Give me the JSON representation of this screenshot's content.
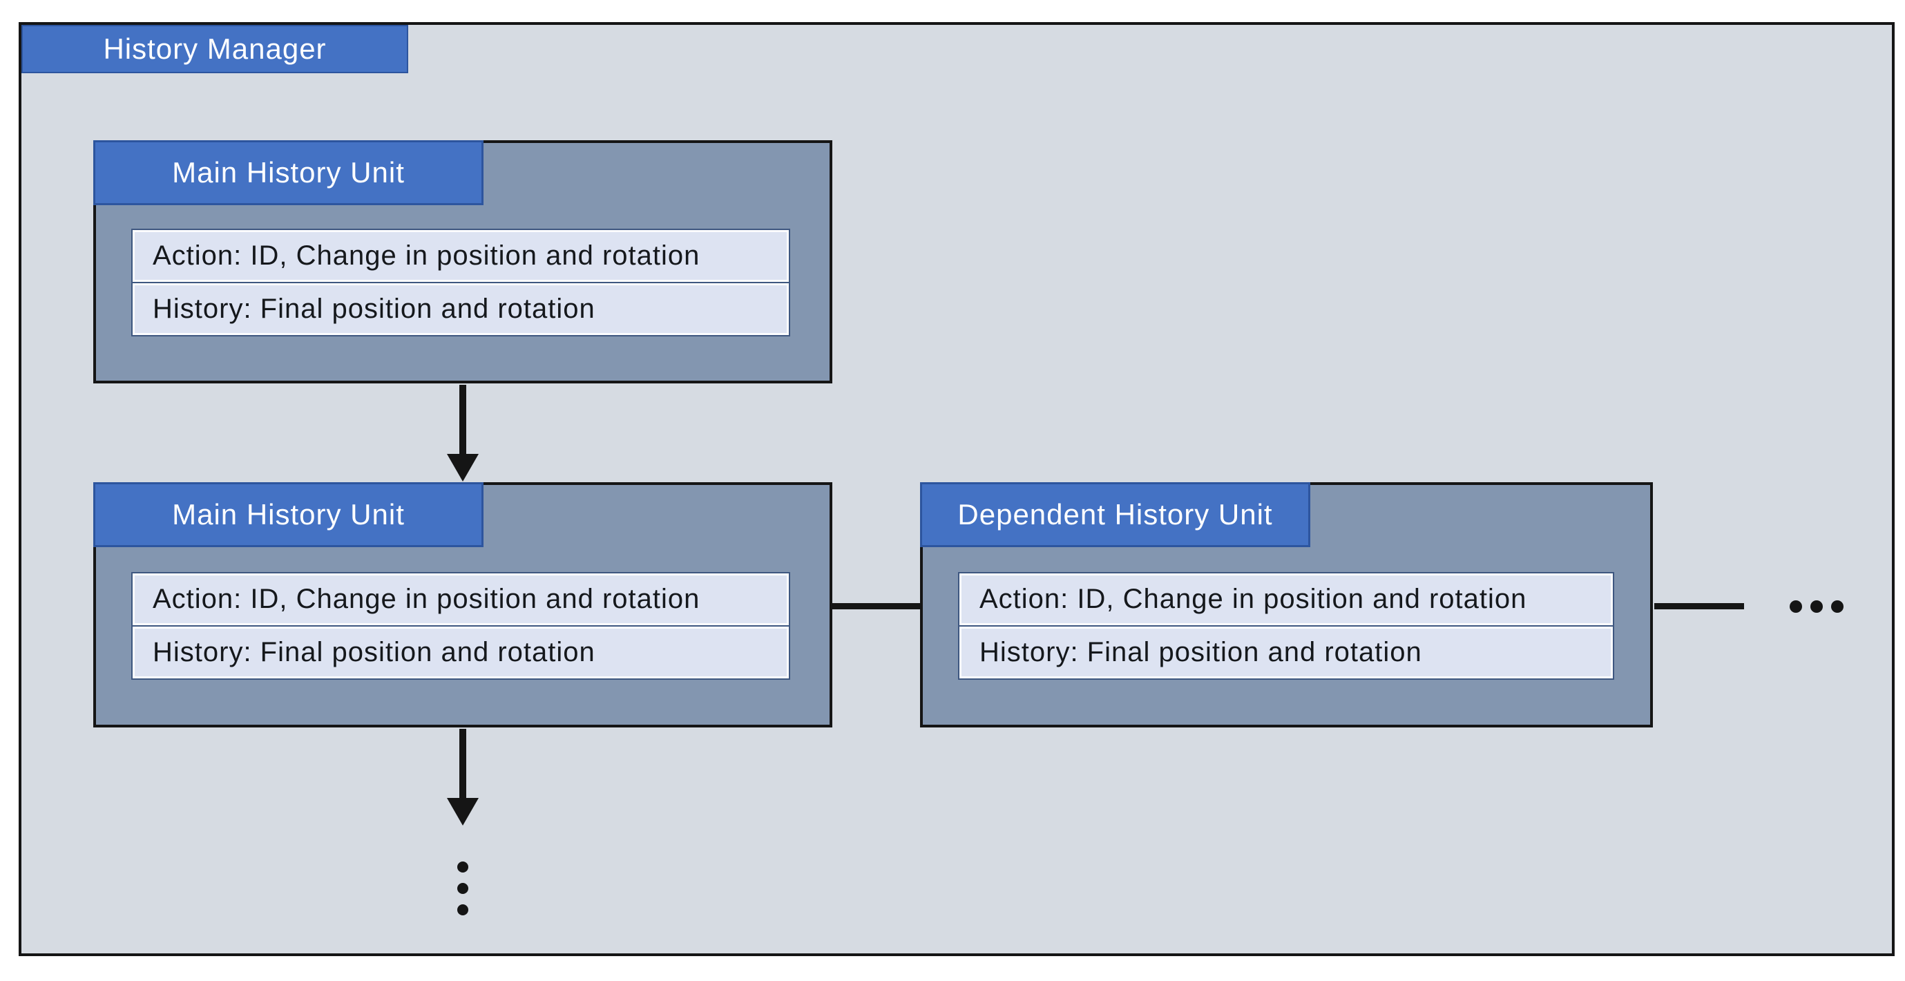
{
  "canvas": {
    "title": "History Manager"
  },
  "units": [
    {
      "type": "main",
      "label": "Main History Unit",
      "rows": [
        "Action: ID, Change in position and rotation",
        "History: Final position and rotation"
      ]
    },
    {
      "type": "main",
      "label": "Main History Unit",
      "rows": [
        "Action: ID, Change in position and rotation",
        "History: Final position and rotation"
      ]
    },
    {
      "type": "dependent",
      "label": "Dependent History Unit",
      "rows": [
        "Action: ID, Change in position and rotation",
        "History: Final position and rotation"
      ]
    }
  ],
  "icons": {
    "arrow_down": "▼",
    "ellipsis_horizontal": "•••",
    "ellipsis_vertical": "⋮"
  },
  "colors": {
    "canvas_fill": "#d6dbe2",
    "tab_blue": "#4472c4",
    "tab_border": "#2d559e",
    "unit_fill": "#8396b0",
    "row_fill": "#dde3f2",
    "row_frame": "#fbfcfe",
    "table_border": "#3e5780",
    "line_black": "#151515",
    "tab_text": "#ffffff",
    "row_text": "#15181c"
  }
}
